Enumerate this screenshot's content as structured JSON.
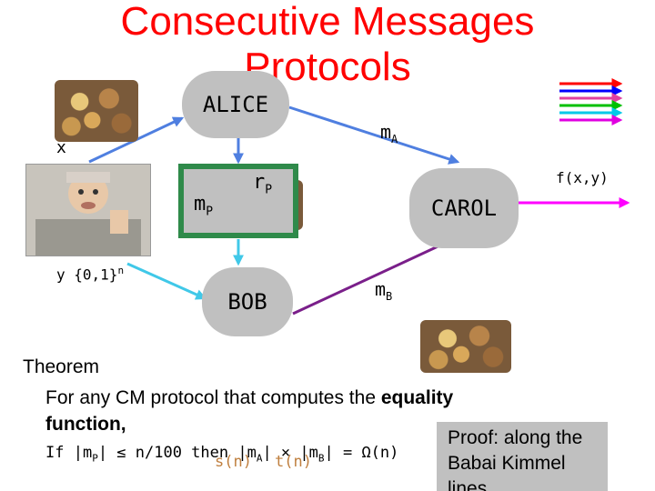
{
  "title_line1": "Consecutive Messages",
  "title_line2": "Protocols",
  "nodes": {
    "alice": "ALICE",
    "bob": "BOB",
    "carol": "CAROL"
  },
  "labels": {
    "x": "x",
    "y": "y {0,1}",
    "y_sup": "n",
    "mP": "m",
    "mP_sub": "P",
    "rP": "r",
    "rP_sub": "P",
    "mA": "m",
    "mA_sub": "A",
    "mB": "m",
    "mB_sub": "B",
    "fxy": "f(x,y)"
  },
  "theorem": {
    "heading": "Theorem",
    "line1_pre": "For any CM protocol that computes the ",
    "line1_bold": "equality",
    "line2": "function,",
    "cond_pre": "If |m",
    "cond_sub": "P",
    "cond_mid": "| ≤ n/100 then ",
    "overlay": "s(n)",
    "overlay2": "t(n)",
    "cond_eq": "|m",
    "cond_eqA": "A",
    "cond_times": "| × |m",
    "cond_eqB": "B",
    "cond_end": "| = Ω(n)"
  },
  "proof": "Proof: along the Babai Kimmel lines",
  "colors": {
    "title": "#ff0000",
    "node": "#c0c0c0",
    "arrow_alice": "#4f7fe0",
    "arrow_bob": "#40c8e8",
    "arrow_mB": "#7a1f8a",
    "arrow_f": "#ff00ff",
    "proof_box": "#c0c0c0",
    "s_overlay": "#c08040"
  },
  "legend_arrow_colors": [
    "#ff0000",
    "#0000ff",
    "#e040a0",
    "#00c000",
    "#00c8e8",
    "#e000e0"
  ]
}
